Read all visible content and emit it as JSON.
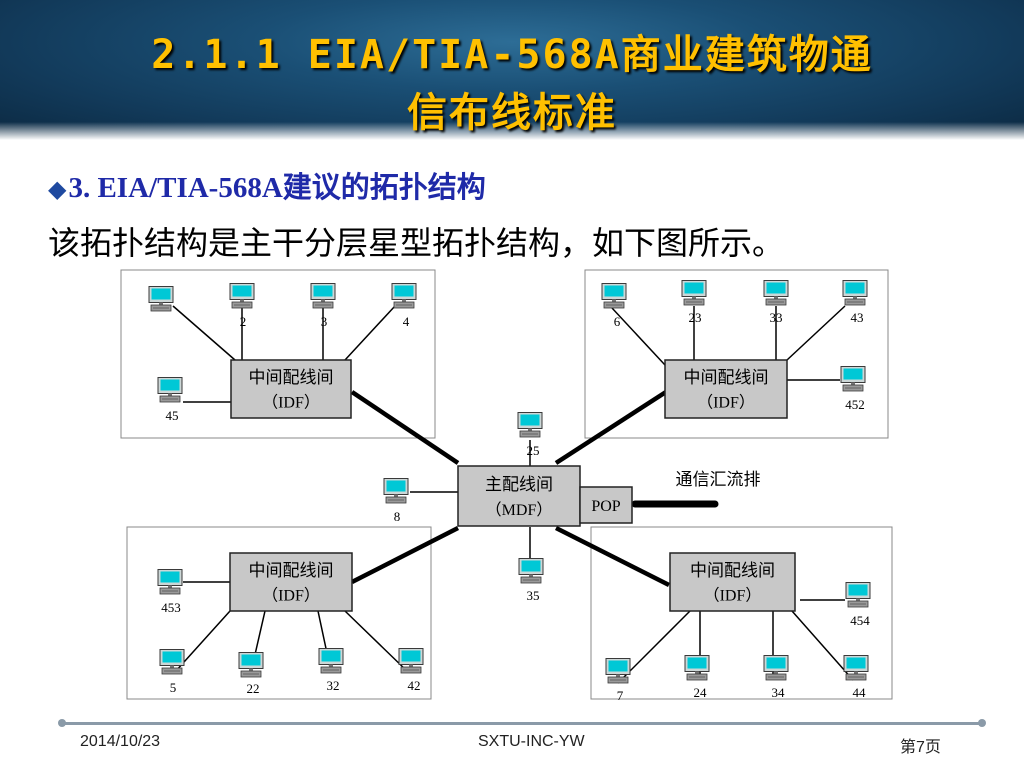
{
  "slide": {
    "title_line1": "2.1.1 EIA/TIA-568A商业建筑物通",
    "title_line2": "信布线标准",
    "bullet": "3. EIA/TIA-568A建议的拓扑结构",
    "body": "该拓扑结构是主干分层星型拓扑结构，如下图所示。"
  },
  "diagram": {
    "mdf_line1": "主配线间",
    "mdf_line2": "（MDF）",
    "pop": "POP",
    "telecom_bus": "通信汇流排",
    "idf_line1": "中间配线间",
    "idf_line2": "（IDF）",
    "clusters": [
      {
        "id": "top-left",
        "labels": [
          "",
          "2",
          "3",
          "4",
          "45"
        ]
      },
      {
        "id": "top-right",
        "labels": [
          "6",
          "23",
          "33",
          "43",
          "452"
        ]
      },
      {
        "id": "bottom-left",
        "labels": [
          "453",
          "5",
          "22",
          "32",
          "42"
        ]
      },
      {
        "id": "bottom-right",
        "labels": [
          "454",
          "7",
          "24",
          "34",
          "44"
        ]
      }
    ],
    "mdf_computers": [
      "25",
      "8",
      "35"
    ]
  },
  "footer": {
    "date": "2014/10/23",
    "center": "SXTU-INC-YW",
    "page": "第7页"
  }
}
